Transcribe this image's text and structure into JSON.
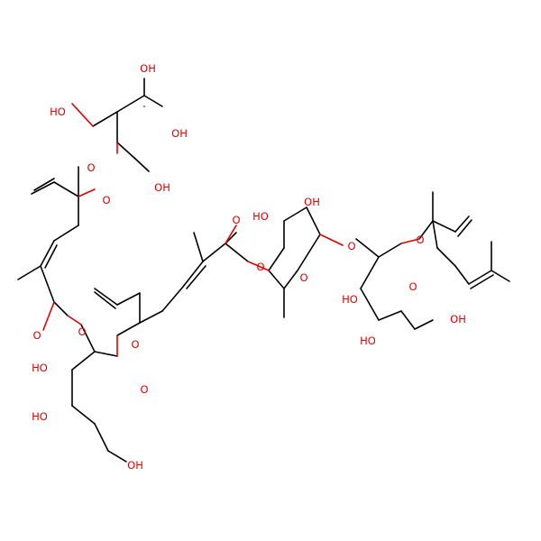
{
  "molecule": {
    "oxygen_color": "#e00000",
    "bond_color": "#000000",
    "background": "#ffffff",
    "labels": [
      {
        "id": "ho-top-ch2oh",
        "text": "HO"
      },
      {
        "id": "oh-top-a",
        "text": "OH"
      },
      {
        "id": "oh-top-b",
        "text": "OH"
      },
      {
        "id": "oh-top-c",
        "text": "OH"
      },
      {
        "id": "o-ring-top",
        "text": "O"
      },
      {
        "id": "o-link-top",
        "text": "O"
      },
      {
        "id": "o-carbonyl-left",
        "text": "O"
      },
      {
        "id": "o-ester-left",
        "text": "O"
      },
      {
        "id": "ho-left-a",
        "text": "HO"
      },
      {
        "id": "ho-left-b",
        "text": "HO"
      },
      {
        "id": "o-ring-left",
        "text": "O"
      },
      {
        "id": "o-link-mid",
        "text": "O"
      },
      {
        "id": "oh-left-ch2oh",
        "text": "OH"
      },
      {
        "id": "o-carbonyl-mid",
        "text": "O"
      },
      {
        "id": "ho-mid-a",
        "text": "HO"
      },
      {
        "id": "oh-mid-b",
        "text": "OH"
      },
      {
        "id": "o-ester-mid",
        "text": "O"
      },
      {
        "id": "o-ring-mid",
        "text": "O"
      },
      {
        "id": "o-link-right",
        "text": "O"
      },
      {
        "id": "o-link-far",
        "text": "O"
      },
      {
        "id": "ho-right-a",
        "text": "HO"
      },
      {
        "id": "ho-right-b",
        "text": "HO"
      },
      {
        "id": "o-ring-right",
        "text": "O"
      },
      {
        "id": "oh-right-ch2oh",
        "text": "OH"
      }
    ]
  }
}
